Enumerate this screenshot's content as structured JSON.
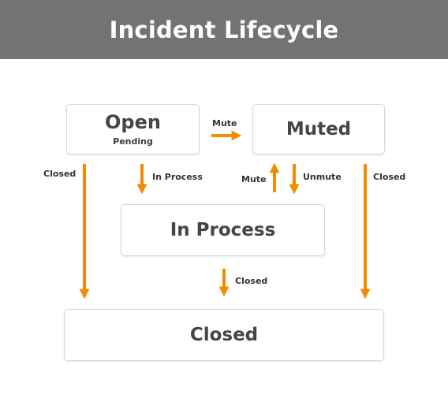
{
  "header": {
    "title": "Incident Lifecycle"
  },
  "colors": {
    "header_bg": "#737373",
    "arrow": "#F28B00",
    "box_border": "#d7d7d7",
    "text": "#454545"
  },
  "states": {
    "open": {
      "title": "Open",
      "subtitle": "Pending"
    },
    "muted": {
      "title": "Muted"
    },
    "in_process": {
      "title": "In Process"
    },
    "closed": {
      "title": "Closed"
    }
  },
  "transitions": [
    {
      "id": "open-muted",
      "from": "Open",
      "to": "Muted",
      "label": "Mute"
    },
    {
      "id": "open-inprocess",
      "from": "Open",
      "to": "In Process",
      "label": "In Process"
    },
    {
      "id": "inprocess-muted",
      "from": "In Process",
      "to": "Muted",
      "label": "Mute"
    },
    {
      "id": "muted-inprocess",
      "from": "Muted",
      "to": "In Process",
      "label": "Unmute"
    },
    {
      "id": "open-closed",
      "from": "Open",
      "to": "Closed",
      "label": "Closed"
    },
    {
      "id": "muted-closed",
      "from": "Muted",
      "to": "Closed",
      "label": "Closed"
    },
    {
      "id": "inprocess-closed",
      "from": "In Process",
      "to": "Closed",
      "label": "Closed"
    }
  ]
}
